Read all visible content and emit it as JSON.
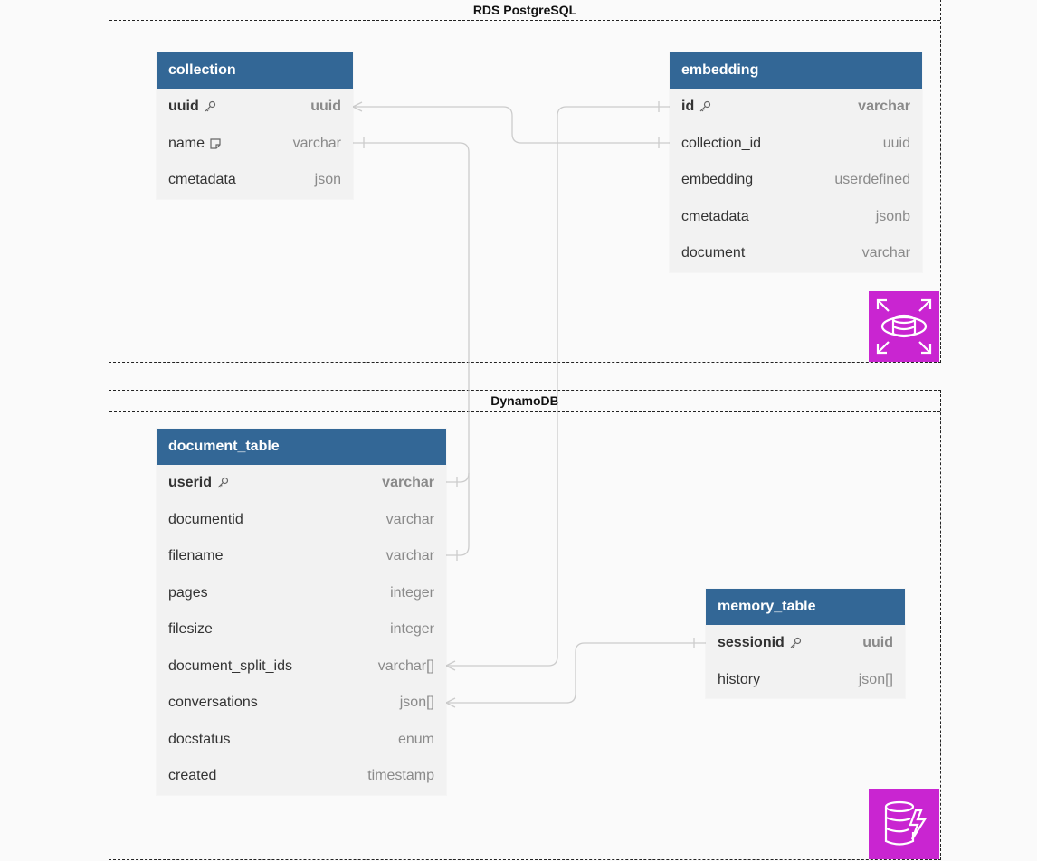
{
  "groups": {
    "rds": {
      "title": "RDS PostgreSQL",
      "icon": "rds-database-icon",
      "icon_color": "#c925d1"
    },
    "dynamo": {
      "title": "DynamoDB",
      "icon": "dynamodb-icon",
      "icon_color": "#c925d1"
    }
  },
  "colors": {
    "header": "#336796",
    "table_bg": "#f2f2f2",
    "edge": "#cccccc"
  },
  "tables": {
    "collection": {
      "name": "collection",
      "fields": [
        {
          "name": "uuid",
          "type": "uuid",
          "pk": true,
          "icon": "key-icon"
        },
        {
          "name": "name",
          "type": "varchar",
          "icon": "note-icon"
        },
        {
          "name": "cmetadata",
          "type": "json"
        }
      ]
    },
    "embedding": {
      "name": "embedding",
      "fields": [
        {
          "name": "id",
          "type": "varchar",
          "pk": true,
          "icon": "key-icon"
        },
        {
          "name": "collection_id",
          "type": "uuid"
        },
        {
          "name": "embedding",
          "type": "userdefined"
        },
        {
          "name": "cmetadata",
          "type": "jsonb"
        },
        {
          "name": "document",
          "type": "varchar"
        }
      ]
    },
    "document_table": {
      "name": "document_table",
      "fields": [
        {
          "name": "userid",
          "type": "varchar",
          "pk": true,
          "icon": "key-icon"
        },
        {
          "name": "documentid",
          "type": "varchar"
        },
        {
          "name": "filename",
          "type": "varchar"
        },
        {
          "name": "pages",
          "type": "integer"
        },
        {
          "name": "filesize",
          "type": "integer"
        },
        {
          "name": "document_split_ids",
          "type": "varchar[]"
        },
        {
          "name": "conversations",
          "type": "json[]"
        },
        {
          "name": "docstatus",
          "type": "enum"
        },
        {
          "name": "created",
          "type": "timestamp"
        }
      ]
    },
    "memory_table": {
      "name": "memory_table",
      "fields": [
        {
          "name": "sessionid",
          "type": "uuid",
          "pk": true,
          "icon": "key-icon"
        },
        {
          "name": "history",
          "type": "json[]"
        }
      ]
    }
  }
}
